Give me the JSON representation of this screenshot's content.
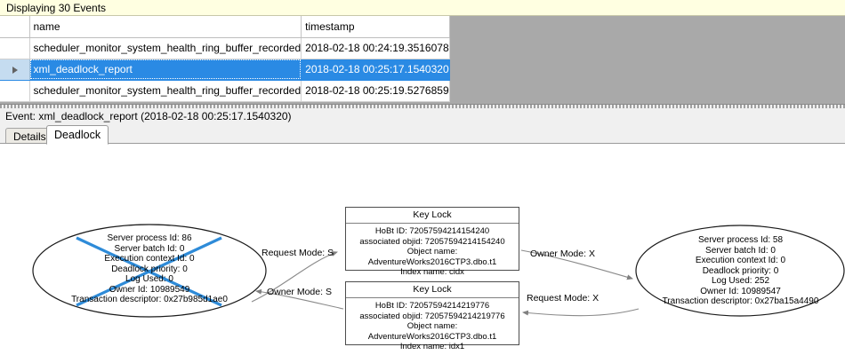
{
  "banner": {
    "text": "Displaying 30 Events"
  },
  "grid": {
    "columns": [
      "",
      "name",
      "timestamp"
    ],
    "rows": [
      {
        "selector": "",
        "name": "scheduler_monitor_system_health_ring_buffer_recorded",
        "timestamp": "2018-02-18 00:24:19.3516078",
        "selected": false
      },
      {
        "selector": "row-arrow-icon",
        "name": "xml_deadlock_report",
        "timestamp": "2018-02-18 00:25:17.1540320",
        "selected": true
      },
      {
        "selector": "",
        "name": "scheduler_monitor_system_health_ring_buffer_recorded",
        "timestamp": "2018-02-18 00:25:19.5276859",
        "selected": false
      }
    ],
    "selection_color": "#2a8ae4",
    "filler_color": "#a9a9a9"
  },
  "event_header": {
    "text": "Event: xml_deadlock_report (2018-02-18 00:25:17.1540320)"
  },
  "tabs": [
    {
      "label": "Details",
      "active": false
    },
    {
      "label": "Deadlock",
      "active": true
    }
  ],
  "deadlock_graph": {
    "victim_marker_color": "#2e8bd8",
    "process_left": {
      "lines": [
        "Server process Id: 86",
        "Server batch Id: 0",
        "Execution context Id: 0",
        "Deadlock priority: 0",
        "Log Used: 0",
        "Owner Id: 10989549",
        "Transaction descriptor: 0x27b985d1ae0"
      ],
      "is_victim": true
    },
    "process_right": {
      "lines": [
        "Server process Id: 58",
        "Server batch Id: 0",
        "Execution context Id: 0",
        "Deadlock priority: 0",
        "Log Used: 252",
        "Owner Id: 10989547",
        "Transaction descriptor: 0x27ba15a4490"
      ],
      "is_victim": false
    },
    "resource_top": {
      "title": "Key Lock",
      "lines": [
        "HoBt ID: 72057594214154240",
        "associated objid: 72057594214154240",
        "Object name: AdventureWorks2016CTP3.dbo.t1",
        "Index name: cidx"
      ]
    },
    "resource_bottom": {
      "title": "Key Lock",
      "lines": [
        "HoBt ID: 72057594214219776",
        "associated objid: 72057594214219776",
        "Object name: AdventureWorks2016CTP3.dbo.t1",
        "Index name: idx1"
      ]
    },
    "edges": [
      {
        "id": "request-s",
        "label": "Request Mode: S",
        "from": "process_left",
        "to": "resource_top",
        "direction": "right"
      },
      {
        "id": "owner-x",
        "label": "Owner Mode: X",
        "from": "resource_top",
        "to": "process_right",
        "direction": "right"
      },
      {
        "id": "owner-s",
        "label": "Owner Mode: S",
        "from": "resource_bottom",
        "to": "process_left",
        "direction": "left"
      },
      {
        "id": "request-x",
        "label": "Request Mode: X",
        "from": "process_right",
        "to": "resource_bottom",
        "direction": "left"
      }
    ]
  }
}
